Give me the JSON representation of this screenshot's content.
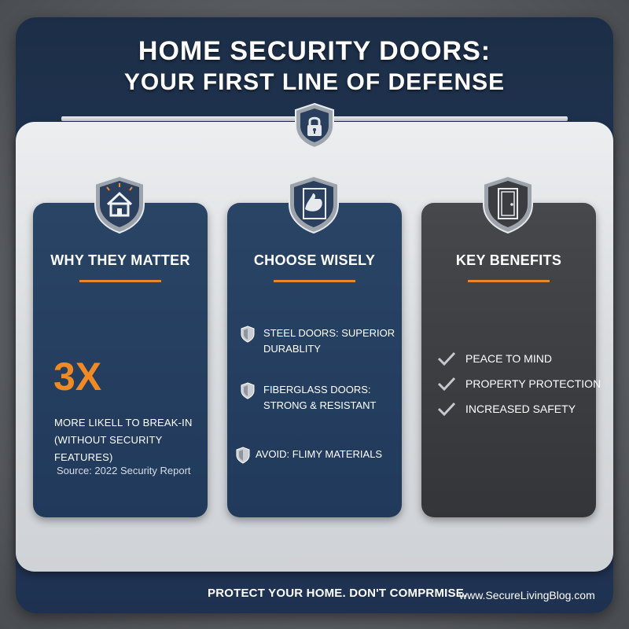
{
  "header": {
    "title_line1": "HOME SECURITY DOORS:",
    "title_line2": "YOUR FIRST LINE OF DEFENSE",
    "icon": "padlock-shield-icon"
  },
  "cards": [
    {
      "title": "WHY THEY MATTER",
      "icon": "house-icon",
      "stat": "3X",
      "stat_line1": "MORE LIKELL TO BREAK-IN",
      "stat_line2": "(WITHOUT SECURITY FEATURES)",
      "source": "Source: 2022 Security Report"
    },
    {
      "title": "CHOOSE WISELY",
      "icon": "strong-arm-door-icon",
      "options": [
        {
          "line1": "STEEL DOORS: SUPERIOR",
          "line2": "DURABLITY"
        },
        {
          "line1": "FIBERGLASS DOORS:",
          "line2": "STRONG & RESISTANT"
        },
        {
          "line1": "AVOID: FLIMY MATERIALS",
          "line2": ""
        }
      ]
    },
    {
      "title": "KEY BENEFITS",
      "icon": "door-icon",
      "benefits": [
        "PEACE TO MIND",
        "PROPERTY PROTECTION",
        "INCREASED SAFETY"
      ]
    }
  ],
  "footer": {
    "slogan": "PROTECT YOUR HOME. DON'T COMPRMISE.",
    "website": "www.SecureLivingBlog.com"
  },
  "colors": {
    "navy": "#1c2e47",
    "card_blue": "#2a4466",
    "card_dark": "#3c3e42",
    "accent_orange": "#f08a24"
  }
}
